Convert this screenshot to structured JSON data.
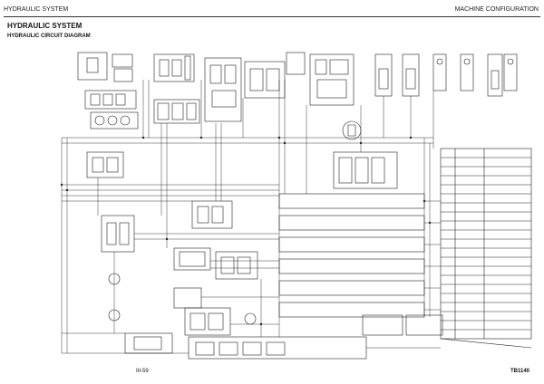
{
  "header": {
    "left": "HYDRAULIC SYSTEM",
    "right": "MACHINE CONFIGURATION"
  },
  "section_title": "HYDRAULIC SYSTEM",
  "diagram_title": "HYDRAULIC CIRCUIT DIAGRAM",
  "footer": {
    "page": "III-59",
    "model": "TB1140"
  },
  "colors": {
    "line": "#222222",
    "background": "#ffffff"
  }
}
